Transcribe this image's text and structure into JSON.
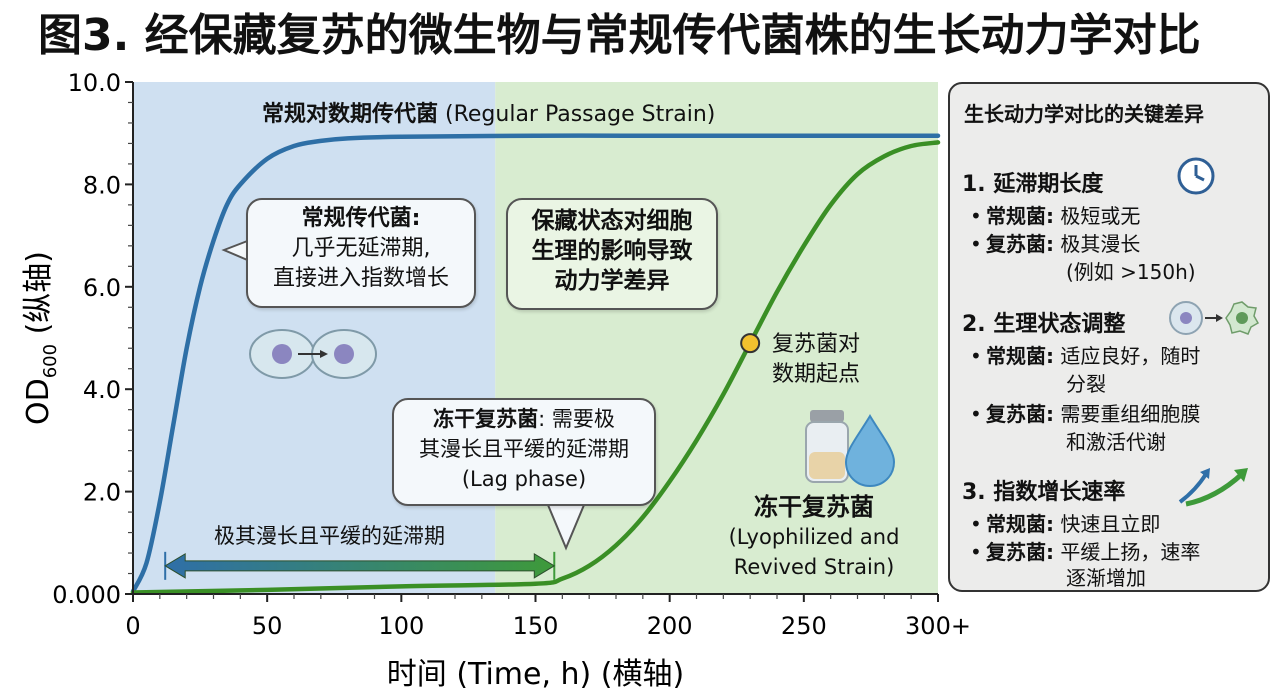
{
  "title": "图3. 经保藏复苏的微生物与常规传代菌株的生长动力学对比",
  "chart_data": {
    "type": "line",
    "xlabel": "时间 (Time, h) (横轴)",
    "ylabel_main": "OD",
    "ylabel_sub": "600",
    "ylabel_suffix": " (纵轴)",
    "xlim": [
      0,
      300
    ],
    "ylim": [
      0,
      10
    ],
    "x_ticks": [
      "0",
      "50",
      "100",
      "150",
      "200",
      "250",
      "300+"
    ],
    "y_ticks": [
      "0.000",
      "2.0",
      "4.0",
      "6.0",
      "8.0",
      "10.0"
    ],
    "series": [
      {
        "name": "常规对数期传代菌 (Regular Passage Strain)",
        "color": "#2e6fa6",
        "x": [
          0,
          5,
          10,
          15,
          20,
          25,
          30,
          35,
          40,
          50,
          60,
          70,
          80,
          100,
          150,
          200,
          250,
          300
        ],
        "y": [
          0.05,
          0.6,
          1.8,
          3.3,
          4.8,
          6.0,
          6.9,
          7.6,
          8.0,
          8.5,
          8.75,
          8.85,
          8.9,
          8.93,
          8.95,
          8.95,
          8.95,
          8.95
        ]
      },
      {
        "name": "冻干复苏菌 (Lyophilized and Revived Strain)",
        "color": "#3a8f25",
        "x": [
          0,
          50,
          100,
          150,
          160,
          170,
          180,
          190,
          200,
          210,
          220,
          230,
          240,
          250,
          260,
          270,
          280,
          290,
          300
        ],
        "y": [
          0.03,
          0.08,
          0.15,
          0.2,
          0.3,
          0.55,
          0.95,
          1.5,
          2.2,
          3.0,
          3.9,
          4.9,
          5.9,
          6.8,
          7.6,
          8.2,
          8.55,
          8.75,
          8.82
        ]
      }
    ],
    "marker": {
      "x": 230,
      "y": 4.9,
      "color": "#f2c12e",
      "label_line1": "复苏菌对",
      "label_line2": "数期起点"
    },
    "regions": {
      "blue_color": "#cfe0f1",
      "green_color": "#d8ecd0",
      "split_x": 135
    },
    "lag_arrow": {
      "x_start": 12,
      "x_end": 157,
      "y": 0.55,
      "label": "极其漫长且平缓的延滞期"
    }
  },
  "annotations": {
    "regular_label_bold": "常规对数期传代菌",
    "regular_label_rest": " (Regular Passage Strain)",
    "bubble1_title": "常规传代菌:",
    "bubble1_line1": "几乎无延滞期,",
    "bubble1_line2": "直接进入指数增长",
    "bubble2_line1": "保藏状态对细胞",
    "bubble2_line2": "生理的影响导致",
    "bubble2_line3": "动力学差异",
    "bubble3_bold": "冻干复苏菌",
    "bubble3_rest": ": 需要极",
    "bubble3_line2": "其漫长且平缓的延滞期",
    "bubble3_line3": "(Lag phase)",
    "lyo_label_bold": "冻干复苏菌",
    "lyo_label_line2": "(Lyophilized and",
    "lyo_label_line3": "Revived Strain)"
  },
  "panel": {
    "heading": "生长动力学对比的关键差异",
    "sec1_title": "1. 延滞期长度",
    "sec1_item1_label": "常规菌:",
    "sec1_item1_text": " 极短或无",
    "sec1_item2_label": "复苏菌:",
    "sec1_item2_text": " 极其漫长",
    "sec1_item2_cont": "(例如 >150h)",
    "sec2_title": "2. 生理状态调整",
    "sec2_item1_label": "常规菌:",
    "sec2_item1_text": " 适应良好，随时",
    "sec2_item1_cont": "分裂",
    "sec2_item2_label": "复苏菌:",
    "sec2_item2_text": " 需要重组细胞膜",
    "sec2_item2_cont": "和激活代谢",
    "sec3_title": "3. 指数增长速率",
    "sec3_item1_label": "常规菌:",
    "sec3_item1_text": " 快速且立即",
    "sec3_item2_label": "复苏菌:",
    "sec3_item2_text": " 平缓上扬，速率",
    "sec3_item2_cont": "逐渐增加"
  }
}
